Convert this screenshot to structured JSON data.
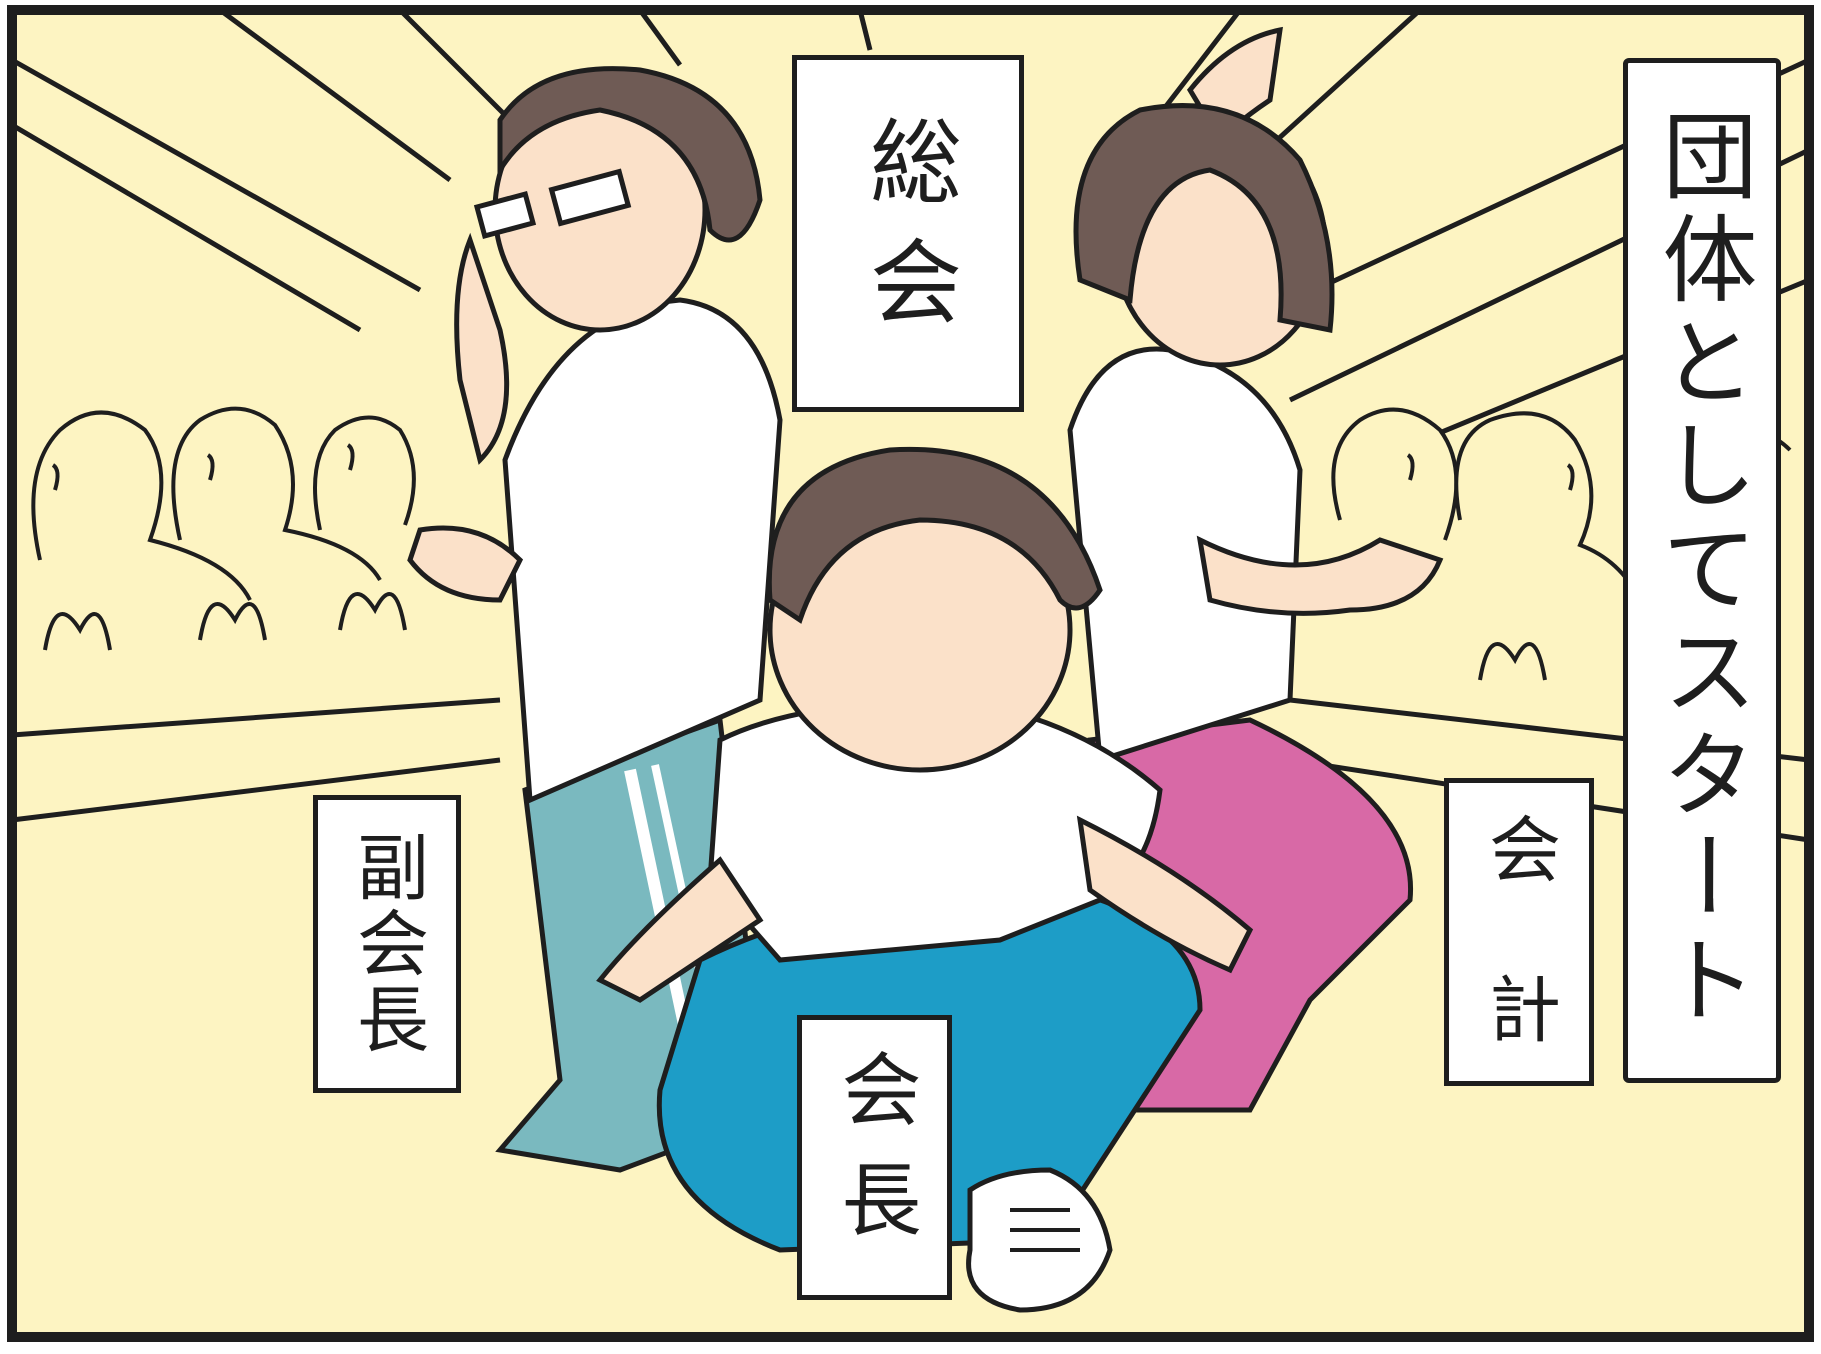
{
  "colors": {
    "background": "#fdf4c2",
    "outline": "#1e1e1e",
    "skin": "#fbe1c9",
    "hair": "#6f5b55",
    "shirt": "#ffffff",
    "pants_left": "#7ab9bf",
    "pants_center": "#1d9dc7",
    "pants_right": "#d869a6"
  },
  "scene": {
    "signs": {
      "general_meeting": "総会",
      "headline": "団体としてスタート",
      "vice_president": "副会長",
      "treasurer": "会　計",
      "president": "会長"
    },
    "icons": [
      "glasses-icon",
      "sneaker-icon",
      "audience-silhouette-icon"
    ]
  }
}
